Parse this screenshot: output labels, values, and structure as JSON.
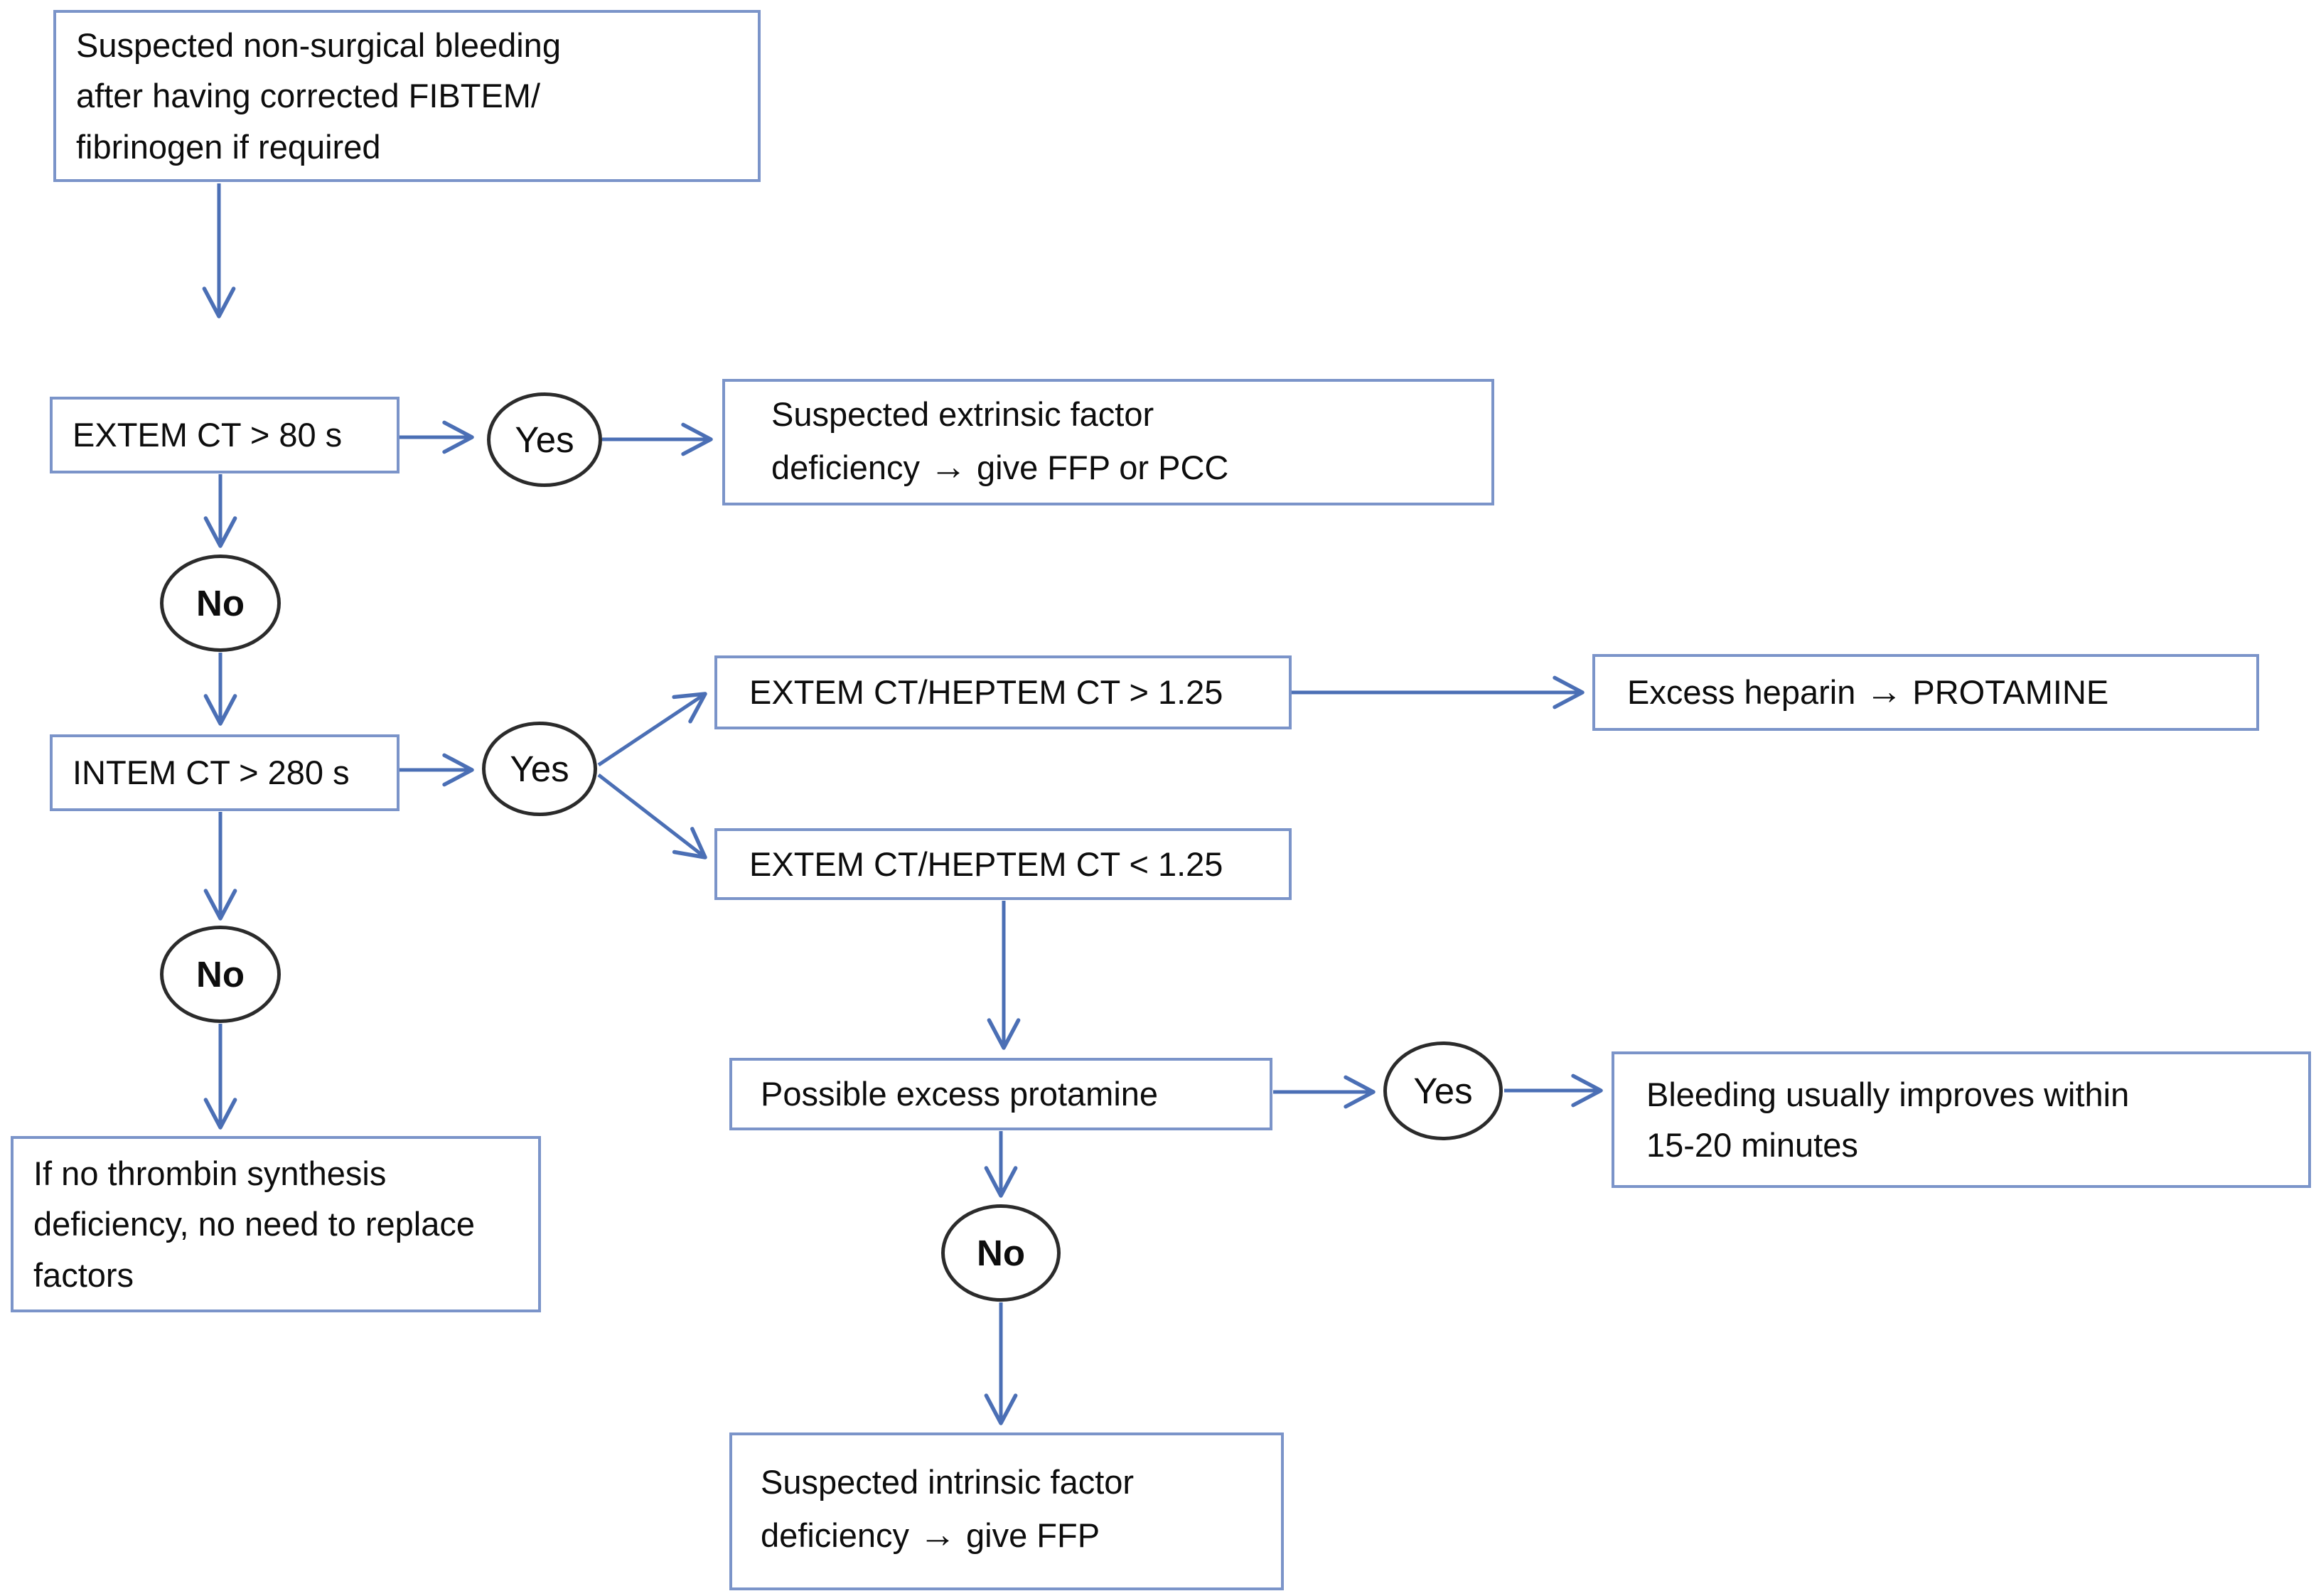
{
  "colors": {
    "box_border": "#7b94c9",
    "connector_line": "#4b6fb5",
    "ellipse_border": "#2b2b2b",
    "text": "#0d0d0d",
    "background": "#ffffff"
  },
  "flowchart": {
    "nodes": {
      "start": {
        "lines": [
          "Suspected non-surgical bleeding",
          "after having corrected FIBTEM/",
          "fibrinogen if required"
        ]
      },
      "extem_ct": {
        "label": "EXTEM CT > 80 s"
      },
      "extrinsic": {
        "line1": "Suspected extrinsic factor",
        "line2_before": "deficiency",
        "arrow_glyph": "→",
        "line2_after": "give FFP or PCC"
      },
      "ratio_high": {
        "label": "EXTEM CT/HEPTEM CT > 1.25"
      },
      "excess_heparin": {
        "before": "Excess heparin",
        "arrow_glyph": "→",
        "after": "PROTAMINE"
      },
      "intem_ct": {
        "label": "INTEM CT > 280 s"
      },
      "ratio_low": {
        "label": "EXTEM CT/HEPTEM CT < 1.25"
      },
      "protamine": {
        "label": "Possible excess protamine"
      },
      "bleeding": {
        "lines": [
          "Bleeding usually improves within",
          "15-20 minutes"
        ]
      },
      "no_thrombin": {
        "lines": [
          "If no thrombin synthesis",
          "deficiency, no need to replace",
          "factors"
        ]
      },
      "intrinsic": {
        "line1": "Suspected intrinsic factor",
        "line2_before": "deficiency",
        "arrow_glyph": "→",
        "line2_after": "give FFP"
      }
    },
    "decisions": {
      "yes": "Yes",
      "no": "No"
    }
  }
}
